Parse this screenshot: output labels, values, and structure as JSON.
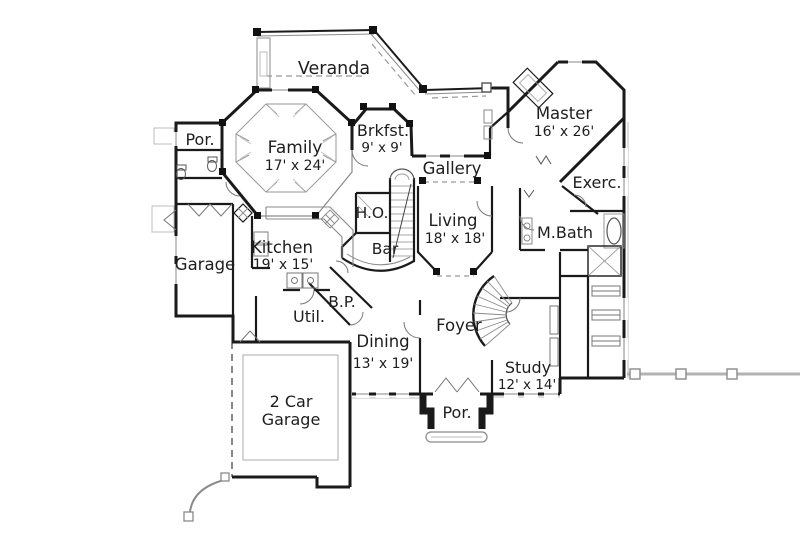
{
  "plan": {
    "type": "house-floor-plan",
    "colors": {
      "wall": "#1a1a1a",
      "detail": "#8a8a8a",
      "light": "#bcbcbc",
      "dashed": "#999999",
      "text": "#1e1e1e",
      "background": "#ffffff"
    },
    "rooms": [
      {
        "name": "veranda",
        "label": "Veranda"
      },
      {
        "name": "porch-upper",
        "label": "Por."
      },
      {
        "name": "family",
        "label": "Family",
        "dims": "17' x 24'"
      },
      {
        "name": "breakfast",
        "label": "Brkfst.",
        "dims": "9' x 9'"
      },
      {
        "name": "master",
        "label": "Master",
        "dims": "16' x 26'"
      },
      {
        "name": "gallery",
        "label": "Gallery"
      },
      {
        "name": "exercise",
        "label": "Exerc."
      },
      {
        "name": "home-office",
        "label": "H.O."
      },
      {
        "name": "living",
        "label": "Living",
        "dims": "18' x 18'"
      },
      {
        "name": "master-bath",
        "label": "M.Bath"
      },
      {
        "name": "kitchen",
        "label": "Kitchen",
        "dims": "19' x 15'"
      },
      {
        "name": "bar",
        "label": "Bar"
      },
      {
        "name": "garage",
        "label": "Garage"
      },
      {
        "name": "butlers-pantry",
        "label": "B.P."
      },
      {
        "name": "utility",
        "label": "Util."
      },
      {
        "name": "dining",
        "label": "Dining",
        "dims": "13' x 19'"
      },
      {
        "name": "foyer",
        "label": "Foyer"
      },
      {
        "name": "study",
        "label": "Study",
        "dims": "12' x 14'"
      },
      {
        "name": "two-car-garage",
        "label_line1": "2 Car",
        "label_line2": "Garage"
      },
      {
        "name": "porch-lower",
        "label": "Por."
      }
    ]
  }
}
